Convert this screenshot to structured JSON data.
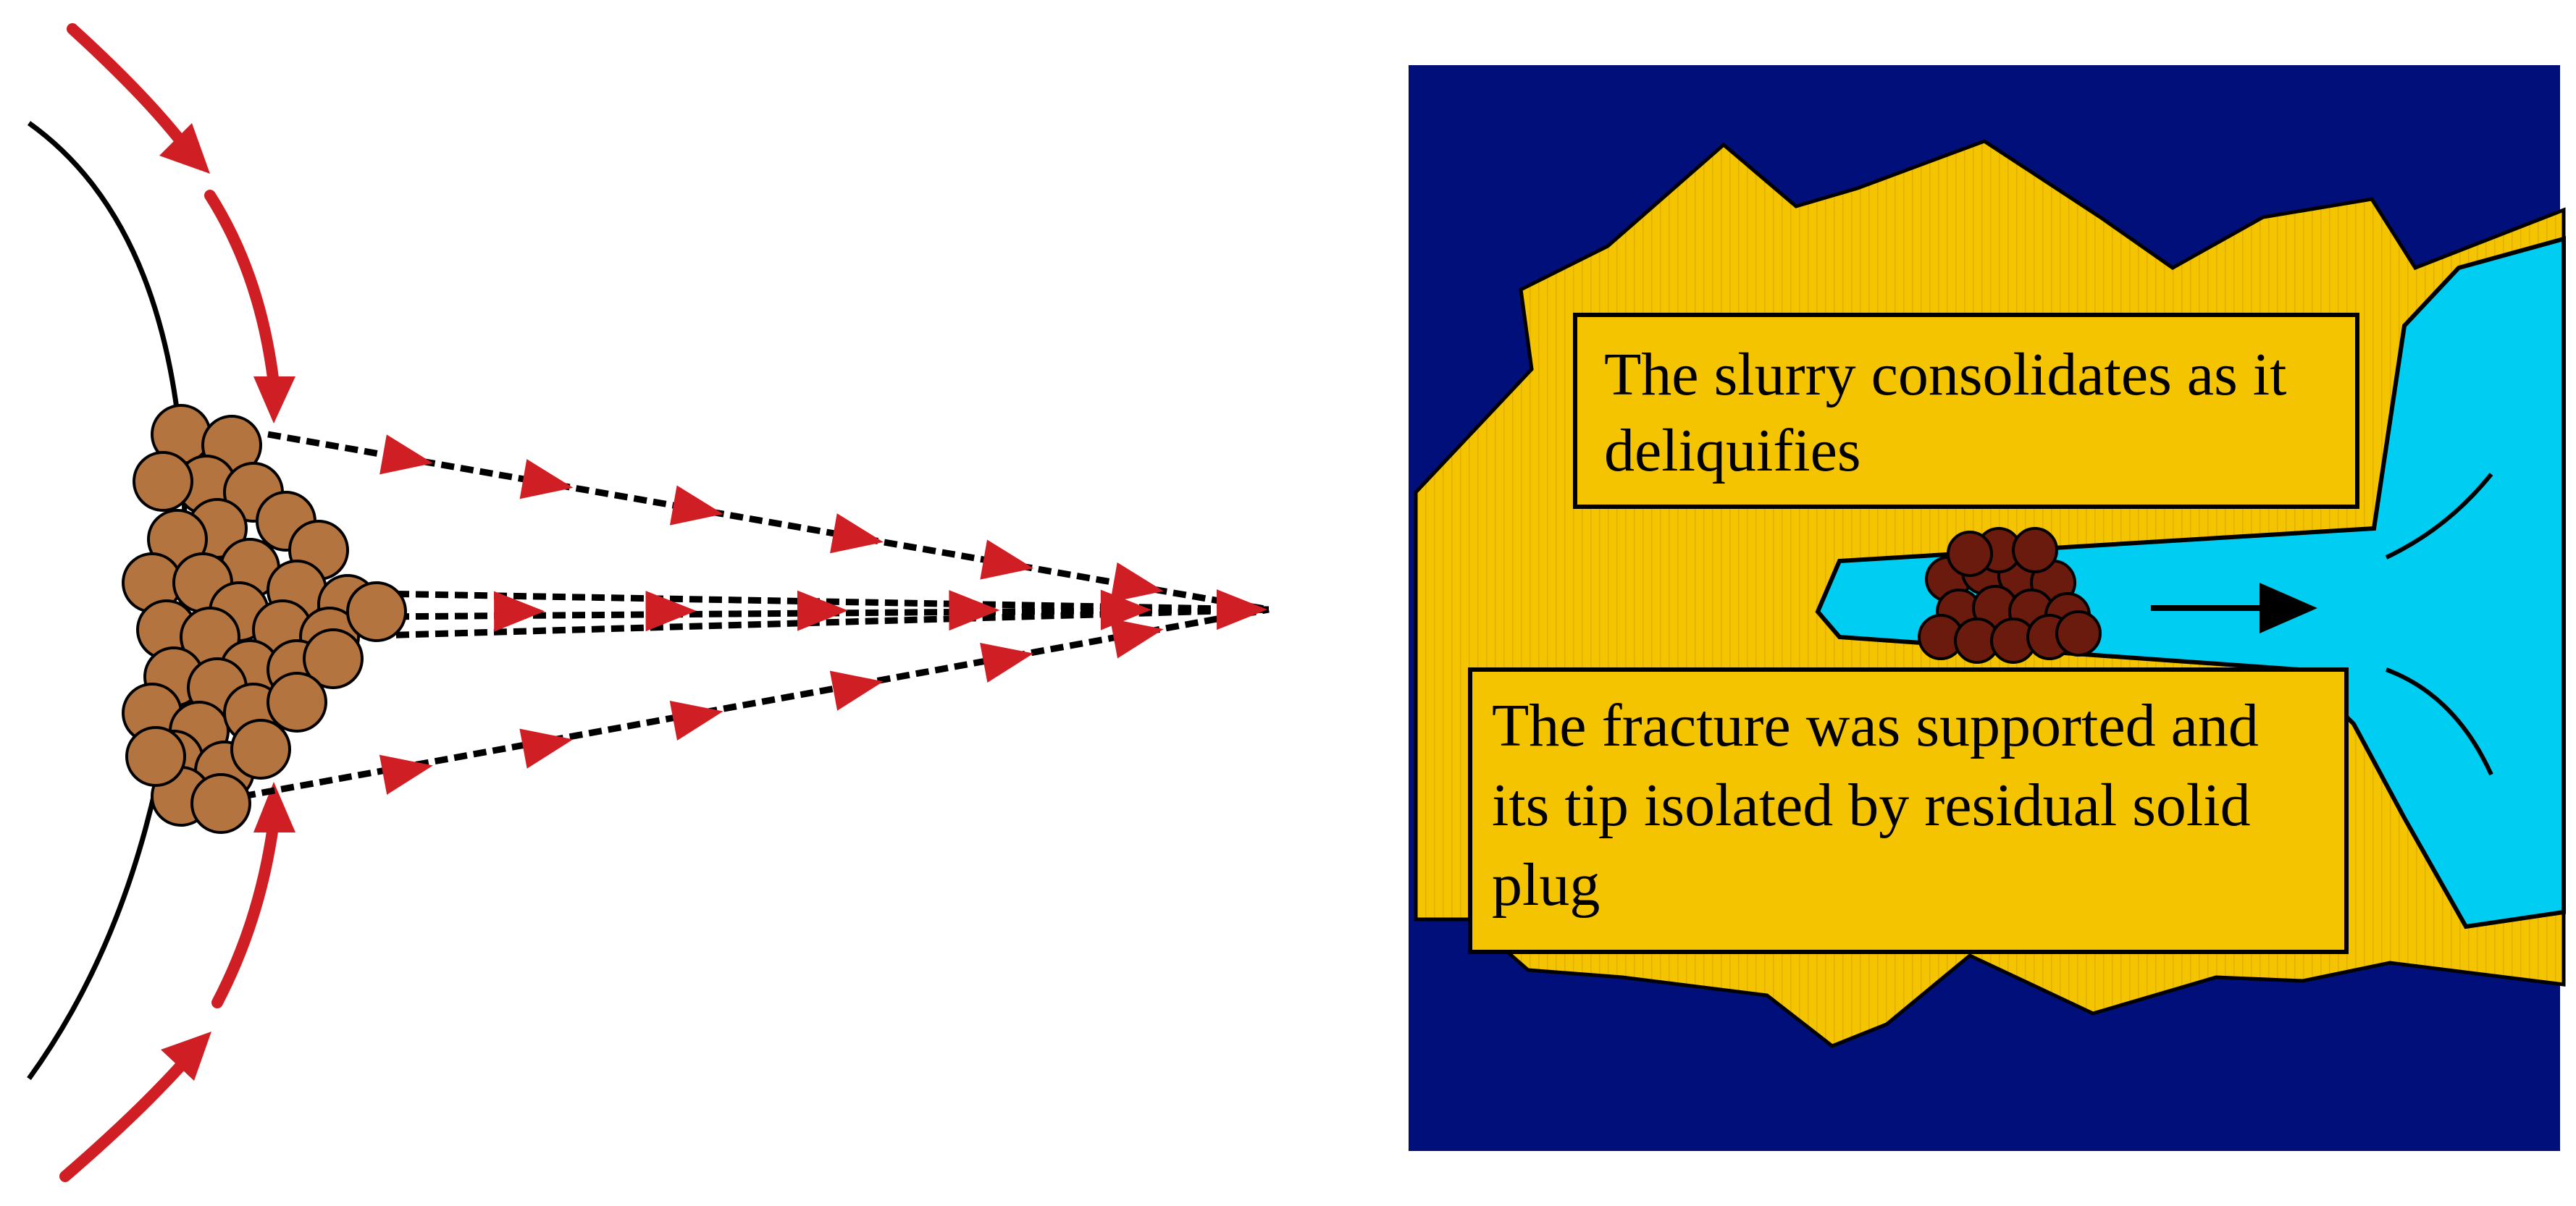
{
  "colors": {
    "background": "#ffffff",
    "arrow_red": "#d01f24",
    "grain_brown": "#b3743f",
    "plug_dark_brown": "#6b1a0e",
    "rock_navy": "#000f7a",
    "slurry_yellow": "#f4c400",
    "fluid_cyan": "#00cdf2",
    "line_black": "#000000"
  },
  "left_panel": {
    "name": "solid-particle-plug-convergence",
    "icons": [
      "curved-arrow-icon",
      "dashed-flow-line-icon",
      "flow-arrowhead-icon"
    ]
  },
  "right_panel": {
    "name": "fracture-tip-plug-schematic",
    "callout_top": {
      "lines": [
        "The slurry consolidates as it",
        "deliquifies"
      ]
    },
    "callout_bottom": {
      "lines": [
        "The fracture was supported and",
        "its tip isolated by residual solid",
        "plug"
      ]
    },
    "icons": [
      "flow-direction-arrow-icon"
    ]
  }
}
